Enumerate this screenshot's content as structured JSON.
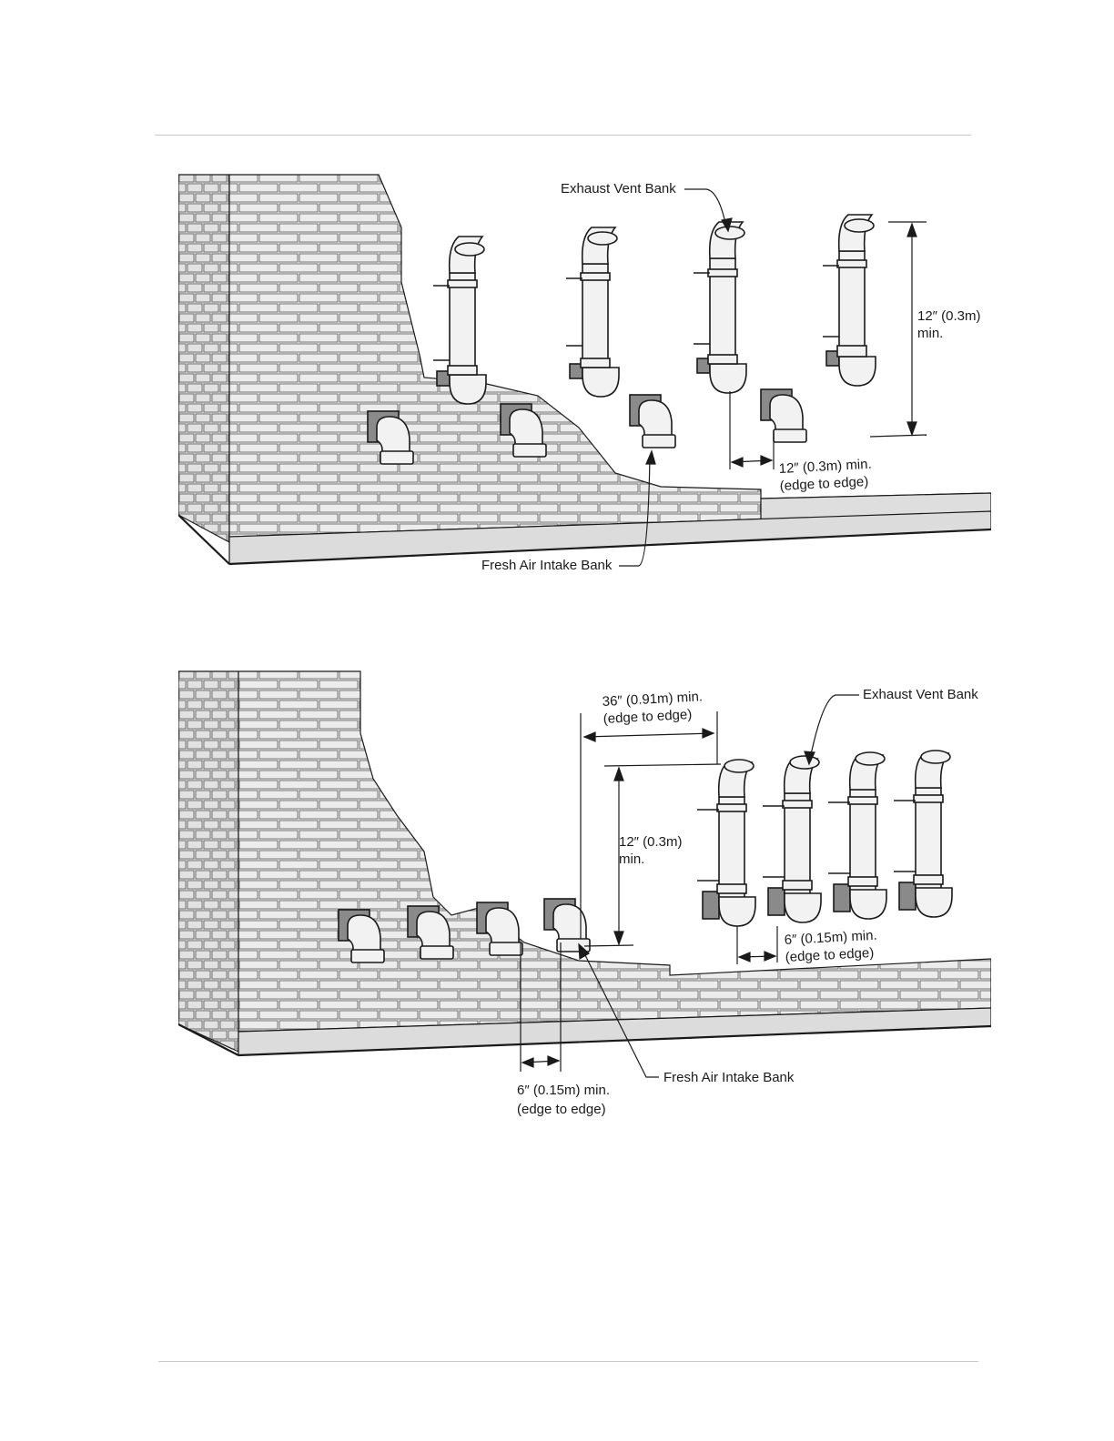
{
  "figure1": {
    "exhaust_label": "Exhaust Vent Bank",
    "intake_label": "Fresh Air Intake Bank",
    "vertical_dim": [
      "12″ (0.3m)",
      "min."
    ],
    "horizontal_dim": [
      "12″ (0.3m) min.",
      "(edge to edge)"
    ]
  },
  "figure2": {
    "exhaust_label": "Exhaust Vent Bank",
    "intake_label": "Fresh Air Intake Bank",
    "top_dim": [
      "36″ (0.91m) min.",
      "(edge to edge)"
    ],
    "vertical_dim": [
      "12″ (0.3m)",
      "min."
    ],
    "exhaust_spacing_dim": [
      "6″ (0.15m) min.",
      "(edge to edge)"
    ],
    "intake_spacing_dim": [
      "6″ (0.15m) min.",
      "(edge to edge)"
    ]
  },
  "colors": {
    "line": "#1a1a1a",
    "brick": "#e9e9e9",
    "shade": "#d2d2d2",
    "pipe": "#f2f2f2",
    "flange": "#8a8a8a"
  }
}
